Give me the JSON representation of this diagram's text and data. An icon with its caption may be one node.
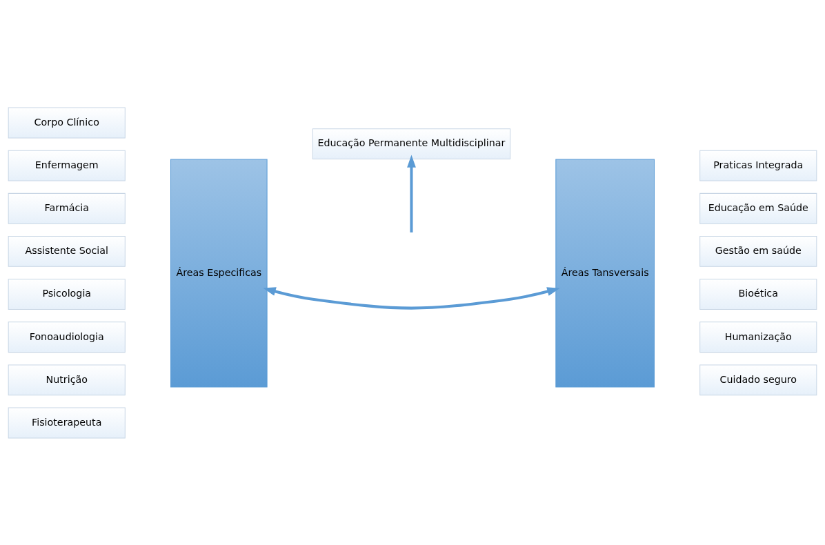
{
  "diagram": {
    "nodes": [
      {
        "text": [
          "Educação Permanente Multidisciplinar"
        ]
      },
      {
        "text": [
          "Áreas Especificas"
        ]
      },
      {
        "text": [
          "Corpo Clínico"
        ]
      },
      {
        "text": [
          "Enfermagem"
        ]
      },
      {
        "text": [
          "Farmácia"
        ]
      },
      {
        "text": [
          "Assistente Social"
        ]
      },
      {
        "text": [
          "Psicologia"
        ]
      },
      {
        "text": [
          "Fonoaudiologia"
        ]
      },
      {
        "text": [
          "Nutrição"
        ]
      },
      {
        "text": [
          "Fisioterapeuta"
        ]
      },
      {
        "text": [
          "Áreas Tansversais"
        ]
      },
      {
        "text": [
          "Praticas Integrada"
        ]
      },
      {
        "text": [
          "Educação em Saúde"
        ]
      },
      {
        "text": [
          "Gestão em saúde"
        ]
      },
      {
        "text": [
          "Bioética"
        ]
      },
      {
        "text": [
          "Humanização"
        ]
      },
      {
        "text": [
          "Cuidado seguro"
        ]
      }
    ],
    "edges": [
      {
        "from": 1,
        "to": 10,
        "arrow": "both"
      },
      {
        "from": null,
        "to": 0,
        "arrow": "to"
      }
    ]
  }
}
